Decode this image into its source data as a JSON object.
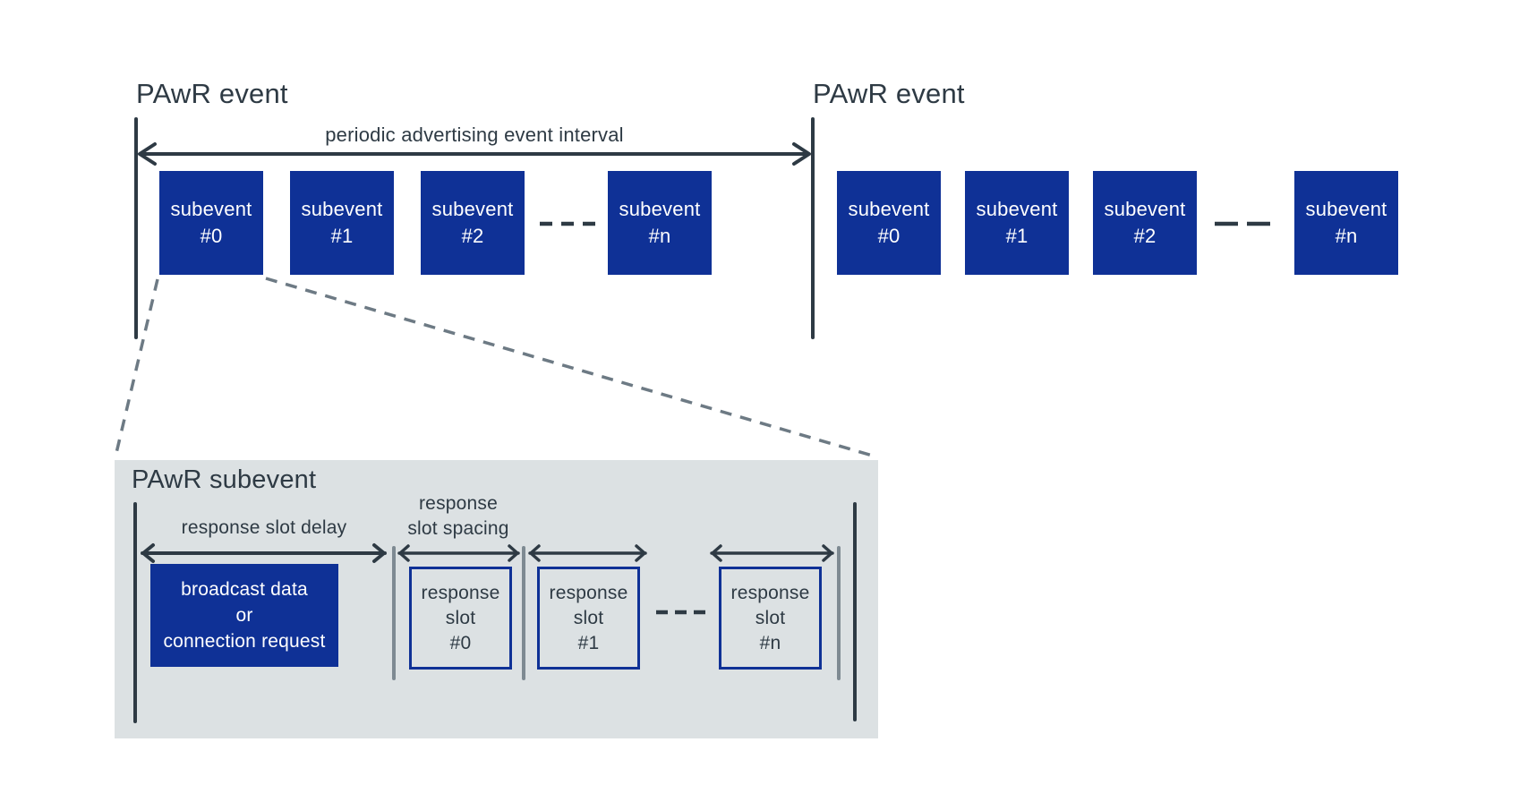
{
  "titles": {
    "pawr_event_left": "PAwR event",
    "pawr_event_right": "PAwR event",
    "pawr_subevent": "PAwR subevent"
  },
  "labels": {
    "interval": "periodic advertising event interval",
    "delay": "response slot delay",
    "spacing_line1": "response",
    "spacing_line2": "slot spacing"
  },
  "left_subevents": [
    {
      "line1": "subevent",
      "line2": "#0"
    },
    {
      "line1": "subevent",
      "line2": "#1"
    },
    {
      "line1": "subevent",
      "line2": "#2"
    },
    {
      "line1": "subevent",
      "line2": "#n"
    }
  ],
  "right_subevents": [
    {
      "line1": "subevent",
      "line2": "#0"
    },
    {
      "line1": "subevent",
      "line2": "#1"
    },
    {
      "line1": "subevent",
      "line2": "#2"
    },
    {
      "line1": "subevent",
      "line2": "#n"
    }
  ],
  "broadcast": {
    "line1": "broadcast data",
    "line2": "or",
    "line3": "connection request"
  },
  "response_slots": [
    {
      "line1": "response",
      "line2": "slot",
      "line3": "#0"
    },
    {
      "line1": "response",
      "line2": "slot",
      "line3": "#1"
    },
    {
      "line1": "response",
      "line2": "slot",
      "line3": "#n"
    }
  ],
  "colors": {
    "box_blue": "#0f3196",
    "dark_slate": "#2e3a44",
    "panel_gray": "#dce1e3",
    "tick_gray": "#7e8a92",
    "zoom_dash_gray": "#6d7a84",
    "background": "#ffffff",
    "box_text": "#ffffff"
  }
}
